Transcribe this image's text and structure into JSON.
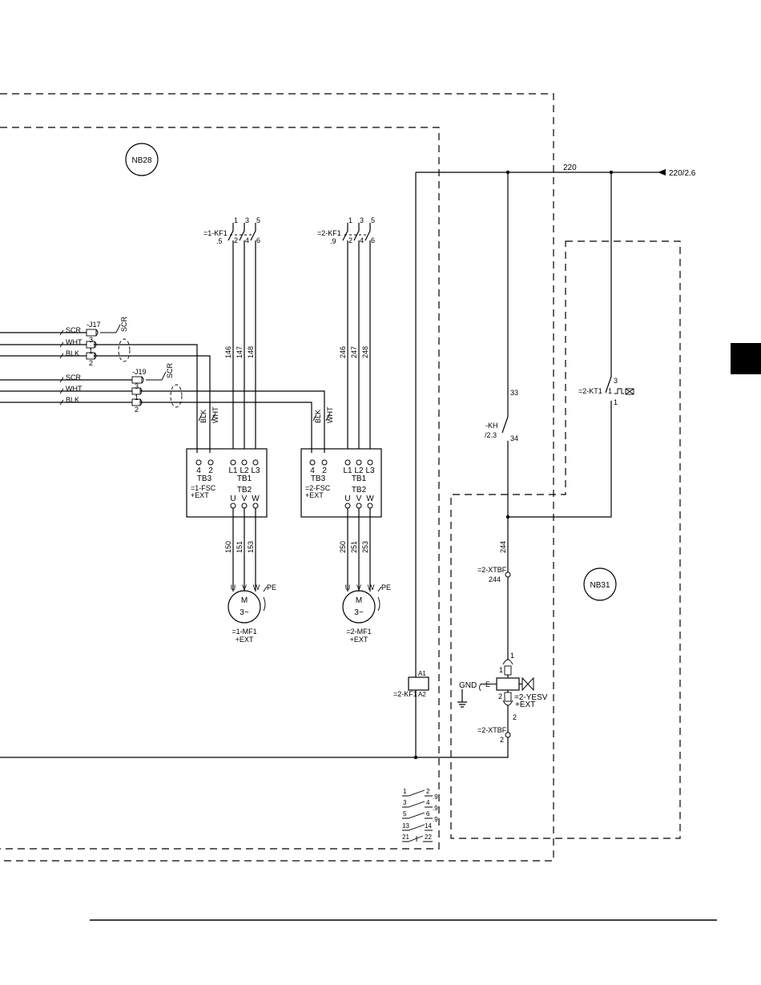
{
  "cabinets": {
    "left": "NB28",
    "right": "NB31"
  },
  "supply": {
    "wire": "220",
    "ref": "220/2.6"
  },
  "cables": {
    "top": {
      "connector": "-J17",
      "wires": [
        "SCR",
        "WHT",
        "BLK"
      ],
      "pins": [
        "3",
        "1",
        "2"
      ],
      "shield": "SCR"
    },
    "bottom": {
      "connector": "-J19",
      "wires": [
        "SCR",
        "WHT",
        "BLK"
      ],
      "pins": [
        "3",
        "1",
        "2"
      ],
      "shield": "SCR"
    }
  },
  "drives": [
    {
      "kf_label": "=1-KF1",
      "kf_ref": ".5",
      "pins_top": [
        "1",
        "3",
        "5"
      ],
      "pins_bottom": [
        "2",
        "4",
        "6"
      ],
      "wires_in": [
        "146",
        "147",
        "148"
      ],
      "ctrl_wires": [
        "BLK",
        "WHT"
      ],
      "tb3_pins": [
        "4",
        "2"
      ],
      "tb3": "TB3",
      "tb1_pins": [
        "L1",
        "L2",
        "L3"
      ],
      "tb1": "TB1",
      "name": "=1-FSC",
      "loc": "+EXT",
      "tb2": "TB2",
      "tb2_pins": [
        "U",
        "V",
        "W"
      ],
      "wires_out": [
        "150",
        "151",
        "153"
      ],
      "motor": {
        "phases": [
          "U",
          "V",
          "W"
        ],
        "pe": "PE",
        "symbol": "M",
        "type": "3~",
        "name": "=1-MF1",
        "loc": "+EXT"
      }
    },
    {
      "kf_label": "=2-KF1",
      "kf_ref": ".9",
      "pins_top": [
        "1",
        "3",
        "5"
      ],
      "pins_bottom": [
        "2",
        "4",
        "6"
      ],
      "wires_in": [
        "246",
        "247",
        "248"
      ],
      "ctrl_wires": [
        "BLK",
        "WHT"
      ],
      "tb3_pins": [
        "4",
        "2"
      ],
      "tb3": "TB3",
      "tb1_pins": [
        "L1",
        "L2",
        "L3"
      ],
      "tb1": "TB1",
      "name": "=2-FSC",
      "loc": "+EXT",
      "tb2": "TB2",
      "tb2_pins": [
        "U",
        "V",
        "W"
      ],
      "wires_out": [
        "250",
        "251",
        "253"
      ],
      "motor": {
        "phases": [
          "U",
          "V",
          "W"
        ],
        "pe": "PE",
        "symbol": "M",
        "type": "3~",
        "name": "=2-MF1",
        "loc": "+EXT"
      }
    }
  ],
  "coil": {
    "a1": "A1",
    "a2": "A2",
    "name": "=2-KF1"
  },
  "contact_list": [
    {
      "a": "1",
      "b": "2",
      "ref": ".9"
    },
    {
      "a": "3",
      "b": "4",
      "ref": ".9"
    },
    {
      "a": "5",
      "b": "6",
      "ref": ".9"
    },
    {
      "a": "13",
      "b": "14",
      "ref": ""
    },
    {
      "a": "21",
      "b": "22",
      "ref": ""
    }
  ],
  "timer": {
    "name": "=2-KT1",
    "pin_top": "3",
    "pin_mid": "1",
    "pin_bottom": "1"
  },
  "contact_kh": {
    "name": "-KH",
    "ref": "/2.3",
    "pin_top": "33",
    "pin_bottom": "34"
  },
  "wire_244": "244",
  "xtbf_top": {
    "name": "=2-XTBF",
    "pin": "244"
  },
  "valve": {
    "pin_top": "1",
    "pin_top_inner": "1",
    "pin_bottom_inner": "2",
    "pin_bottom": "2",
    "gnd": "GND",
    "earth": "E",
    "name": "=2-YESV",
    "loc": "+EXT"
  },
  "xtbf_bottom": {
    "name": "=2-XTBF",
    "pin": "2"
  }
}
